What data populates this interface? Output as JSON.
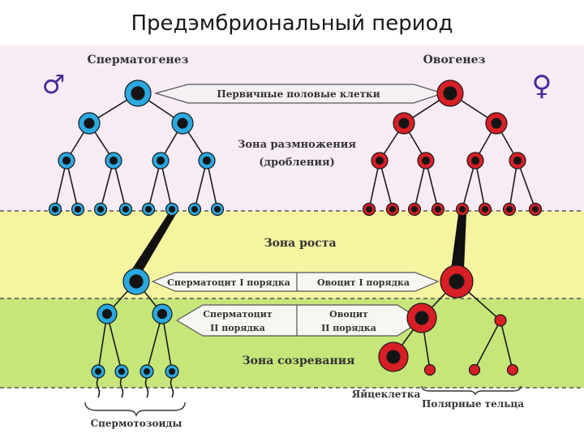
{
  "title": "Предэмбриональный период",
  "left_header": "Сперматогенез",
  "right_header": "Овогенез",
  "male_symbol": "♂",
  "female_symbol": "♀",
  "banner_primary": "Первичные половые клетки",
  "zone_reproduction_1": "Зона размножения",
  "zone_reproduction_2": "(дробления)",
  "zone_growth": "Зона роста",
  "banner_order1_left": "Сперматоцит   I   порядка",
  "banner_order1_right": "Овоцит   I   порядка",
  "banner_order2_left_1": "Сперматоцит",
  "banner_order2_left_2": "II   порядка",
  "banner_order2_right_1": "Овоцит",
  "banner_order2_right_2": "II   порядка",
  "zone_maturation": "Зона созревания",
  "label_egg": "Яйцеклетка",
  "label_polar": "Полярные тельца",
  "label_sperm": "Спермотозоиды",
  "colors": {
    "male_cell": "#2aa8e0",
    "female_cell": "#d81f26",
    "nucleus": "#141414",
    "zone_pink": "#f7ecf6",
    "zone_yellow": "#f6f4a0",
    "zone_green": "#c6e67a",
    "header_text": "#8a2aa8",
    "symbol_text": "#4a2a9a"
  }
}
